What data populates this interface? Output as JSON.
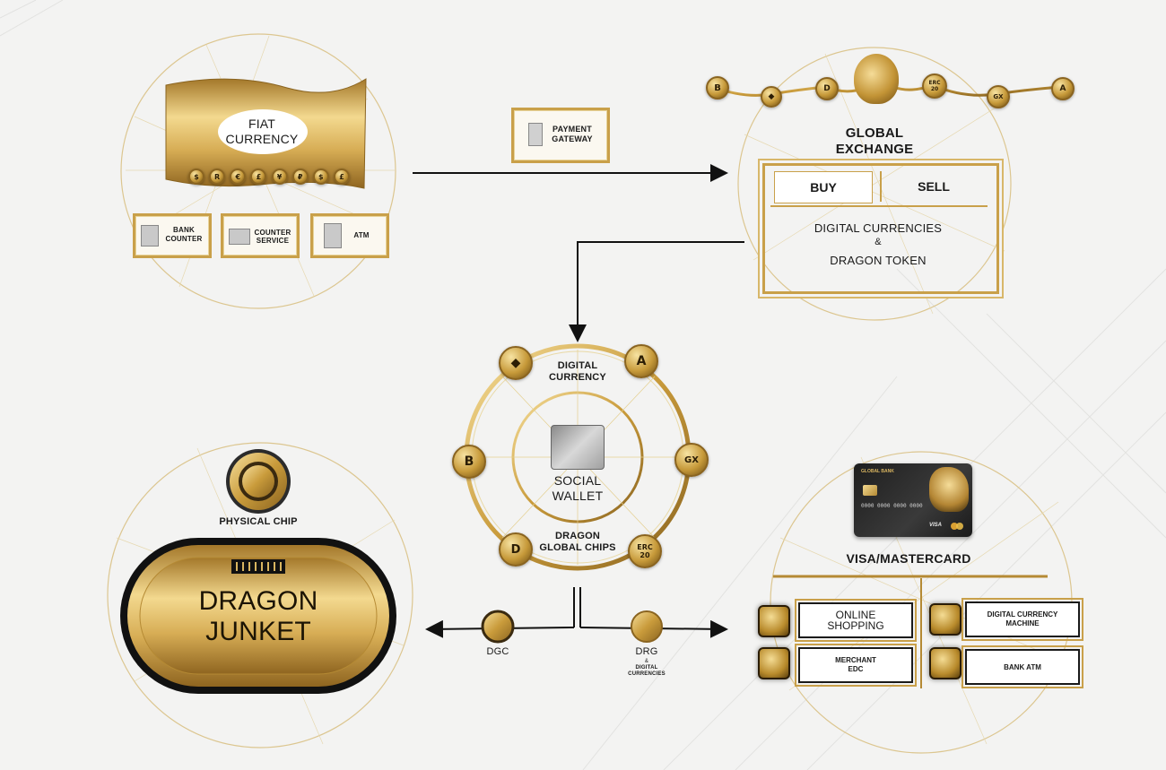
{
  "fiat": {
    "title": "FIAT\nCURRENCY",
    "symbols": [
      "$",
      "R",
      "€",
      "£",
      "¥",
      "₽",
      "$",
      "£"
    ],
    "bank_counter": "BANK\nCOUNTER",
    "counter_service": "COUNTER\nSERVICE",
    "atm": "ATM"
  },
  "payment_gateway": "PAYMENT\nGATEWAY",
  "exchange": {
    "title": "GLOBAL\nEXCHANGE",
    "buy": "BUY",
    "sell": "SELL",
    "line1": "DIGITAL CURRENCIES",
    "amp": "&",
    "line2": "DRAGON TOKEN",
    "chain_coins": [
      "B",
      "◆",
      "D",
      "ERC\n20",
      "GX",
      "A"
    ]
  },
  "wallet": {
    "top": "DIGITAL\nCURRENCY",
    "center": "SOCIAL\nWALLET",
    "bottom": "DRAGON\nGLOBAL CHIPS",
    "coins": {
      "eth": "◆",
      "aion": "A",
      "btc": "B",
      "gx": "GX",
      "dash": "D",
      "erc": "ERC\n20"
    }
  },
  "junket": {
    "chip_label": "PHYSICAL CHIP",
    "title": "DRAGON\nJUNKET"
  },
  "flow": {
    "dgc": "DGC",
    "drg": "DRG",
    "drg_amp": "&",
    "drg_sub": "DIGITAL\nCURRENCIES"
  },
  "card": {
    "bank_name": "GLOBAL BANK",
    "number": "0000 0000 0000 0000",
    "brand": "VISA",
    "title": "VISA/MASTERCARD",
    "online": "ONLINE\nSHOPPING",
    "merchant": "MERCHANT\nEDC",
    "dcm": "DIGITAL CURRENCY\nMACHINE",
    "bank_atm": "BANK ATM"
  },
  "colors": {
    "gold": "#c9a04a",
    "dark": "#1a1a1a",
    "bg": "#f3f3f2"
  }
}
